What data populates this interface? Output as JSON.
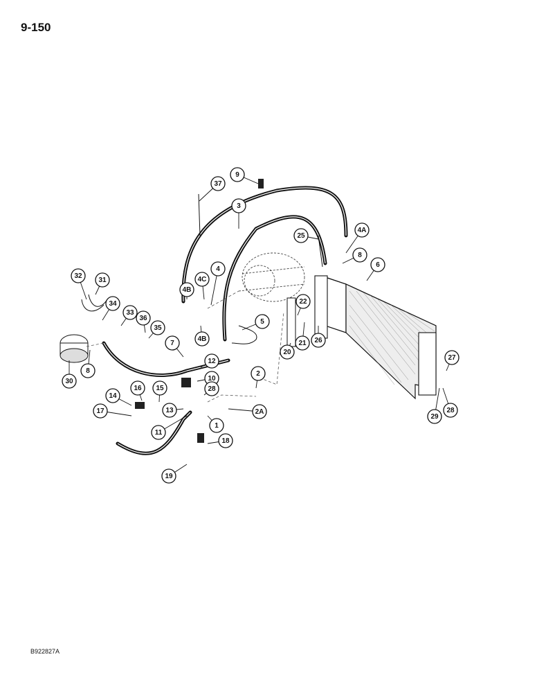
{
  "page_number": "9-150",
  "figure_code": "B922827A",
  "callouts": [
    "9",
    "37",
    "3",
    "25",
    "4A",
    "8",
    "6",
    "4C",
    "4",
    "4B",
    "32",
    "31",
    "34",
    "33",
    "36",
    "35",
    "5",
    "22",
    "7",
    "4B",
    "30",
    "8",
    "20",
    "21",
    "26",
    "12",
    "10",
    "2",
    "16",
    "15",
    "14",
    "28",
    "17",
    "13",
    "2A",
    "11",
    "1",
    "27",
    "29",
    "28",
    "18",
    "19"
  ]
}
